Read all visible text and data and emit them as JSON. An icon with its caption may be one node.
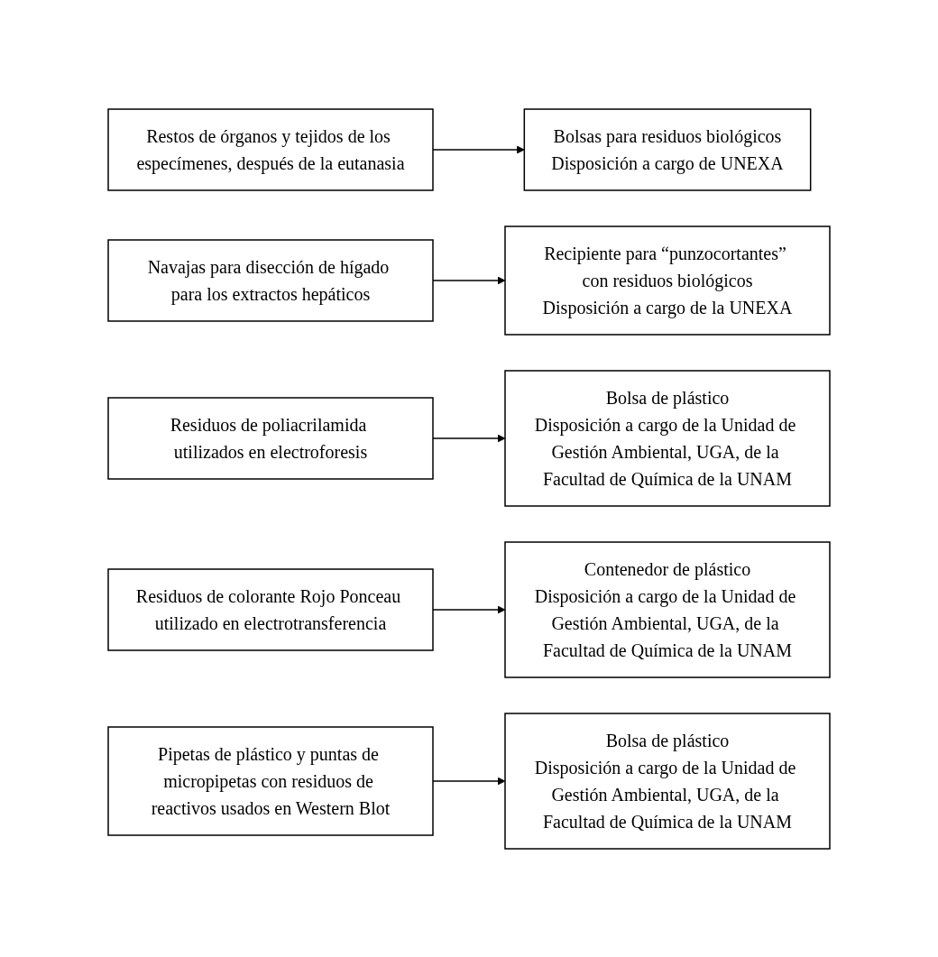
{
  "diagram": {
    "nodes": [
      {
        "text": [
          "Restos de órganos y tejidos de los especímenes, después de la eutanasia"
        ]
      },
      {
        "text": [
          "Bolsas para residuos biológicos",
          "Disposición a cargo de UNEXA"
        ]
      },
      {
        "text": [
          "Navajas para disección de hígado para los extractos hepáticos"
        ]
      },
      {
        "text": [
          "Recipiente para “punzocortantes” con residuos biológicos",
          "Disposición a cargo de la UNEXA"
        ]
      },
      {
        "text": [
          "Residuos de poliacrilamida utilizados en electroforesis"
        ]
      },
      {
        "text": [
          "Bolsa de plástico",
          "Disposición a cargo de la Unidad de Gestión Ambiental, UGA, de la Facultad de Química de la UNAM"
        ]
      },
      {
        "text": [
          "Residuos de colorante Rojo Ponceau utilizado en electrotransferencia"
        ]
      },
      {
        "text": [
          "Contenedor de plástico",
          "Disposición a cargo de la Unidad de Gestión Ambiental, UGA, de la Facultad de Química de la UNAM"
        ]
      },
      {
        "text": [
          "Pipetas de plástico y puntas de micropipetas con residuos de reactivos usados en Western Blot"
        ]
      },
      {
        "text": [
          "Bolsa de plástico",
          "Disposición a cargo de la Unidad de Gestión Ambiental, UGA, de la Facultad de Química de la UNAM"
        ]
      }
    ],
    "edges": [
      {
        "from": 0,
        "to": 1,
        "arrow": "to"
      },
      {
        "from": 2,
        "to": 3,
        "arrow": "to"
      },
      {
        "from": 4,
        "to": 5,
        "arrow": "to"
      },
      {
        "from": 6,
        "to": 7,
        "arrow": "to"
      },
      {
        "from": 8,
        "to": 9,
        "arrow": "to"
      }
    ]
  }
}
